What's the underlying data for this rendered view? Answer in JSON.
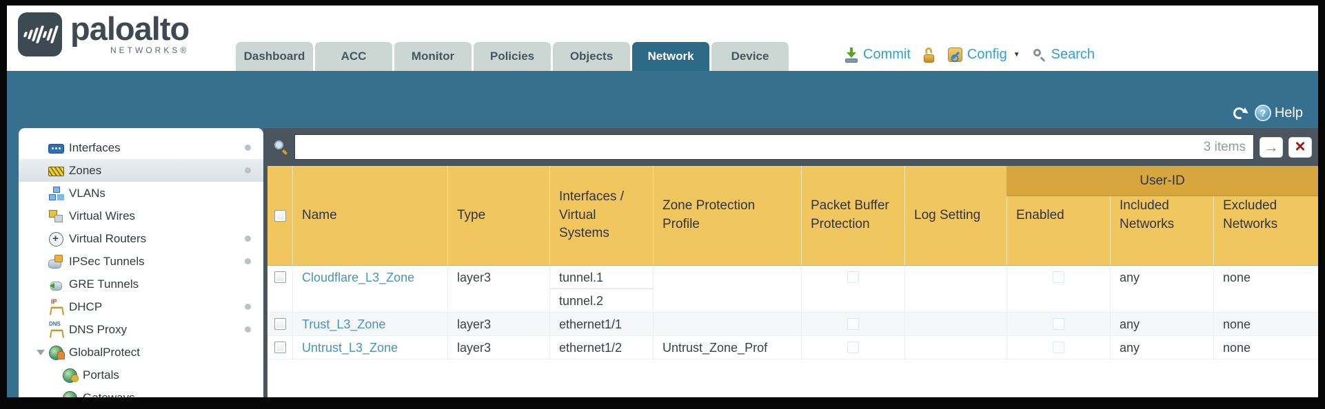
{
  "brand": {
    "name": "paloalto",
    "sub": "NETWORKS®"
  },
  "nav": {
    "tabs": [
      {
        "label": "Dashboard"
      },
      {
        "label": "ACC"
      },
      {
        "label": "Monitor"
      },
      {
        "label": "Policies"
      },
      {
        "label": "Objects"
      },
      {
        "label": "Network"
      },
      {
        "label": "Device"
      }
    ],
    "active_tab": "Network",
    "actions": {
      "commit": "Commit",
      "config": "Config",
      "search": "Search"
    }
  },
  "banner": {
    "help": "Help"
  },
  "sidebar": {
    "items": [
      {
        "label": "Interfaces"
      },
      {
        "label": "Zones"
      },
      {
        "label": "VLANs"
      },
      {
        "label": "Virtual Wires"
      },
      {
        "label": "Virtual Routers"
      },
      {
        "label": "IPSec Tunnels"
      },
      {
        "label": "GRE Tunnels"
      },
      {
        "label": "DHCP"
      },
      {
        "label": "DNS Proxy"
      },
      {
        "label": "GlobalProtect"
      },
      {
        "label": "Portals"
      },
      {
        "label": "Gateways"
      }
    ],
    "selected": "Zones"
  },
  "filter": {
    "count": "3 items",
    "query": ""
  },
  "table": {
    "group_header": "User-ID",
    "columns": {
      "name": "Name",
      "type": "Type",
      "interfaces": "Interfaces / Virtual Systems",
      "zone_protection_profile": "Zone Protection Profile",
      "packet_buffer_protection": "Packet Buffer Protection",
      "log_setting": "Log Setting",
      "enabled": "Enabled",
      "included_networks": "Included Networks",
      "excluded_networks": "Excluded Networks"
    },
    "rows": [
      {
        "name": "Cloudflare_L3_Zone",
        "type": "layer3",
        "interfaces": [
          "tunnel.1",
          "tunnel.2"
        ],
        "zone_protection_profile": "",
        "log_setting": "",
        "included_networks": "any",
        "excluded_networks": "none"
      },
      {
        "name": "Trust_L3_Zone",
        "type": "layer3",
        "interfaces": [
          "ethernet1/1"
        ],
        "zone_protection_profile": "",
        "log_setting": "",
        "included_networks": "any",
        "excluded_networks": "none"
      },
      {
        "name": "Untrust_L3_Zone",
        "type": "layer3",
        "interfaces": [
          "ethernet1/2"
        ],
        "zone_protection_profile": "Untrust_Zone_Prof",
        "log_setting": "",
        "included_networks": "any",
        "excluded_networks": "none"
      }
    ]
  },
  "icons": {
    "help_glyph": "?",
    "caret_down": "▼",
    "go_glyph": "→",
    "close_glyph": "×"
  },
  "colors": {
    "teal_band": "#36708e",
    "active_tab": "#2d6a88",
    "header_amber": "#f1c65e",
    "user_id_band": "#d8a63f",
    "slate_toolbar": "#4a555d",
    "link_blue": "#4595ba",
    "action_blue": "#2f9fd3"
  }
}
